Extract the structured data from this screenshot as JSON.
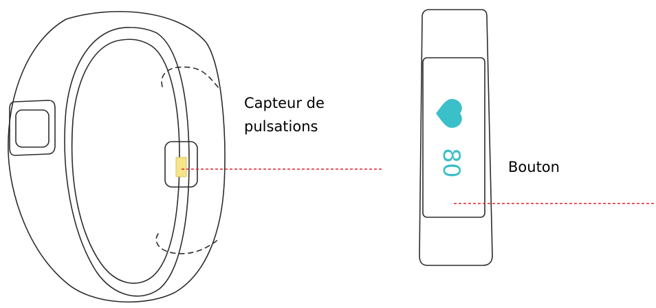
{
  "labels": {
    "sensor_line1": "Capteur de",
    "sensor_line2": "pulsations",
    "button": "Bouton"
  },
  "display": {
    "heart_icon": "heart-icon",
    "bpm_value": "80"
  },
  "colors": {
    "outline": "#2b2b2b",
    "leader_line": "#e0202a",
    "sensor_fill": "#f7e58a",
    "display_accent": "#3bbfc9"
  }
}
